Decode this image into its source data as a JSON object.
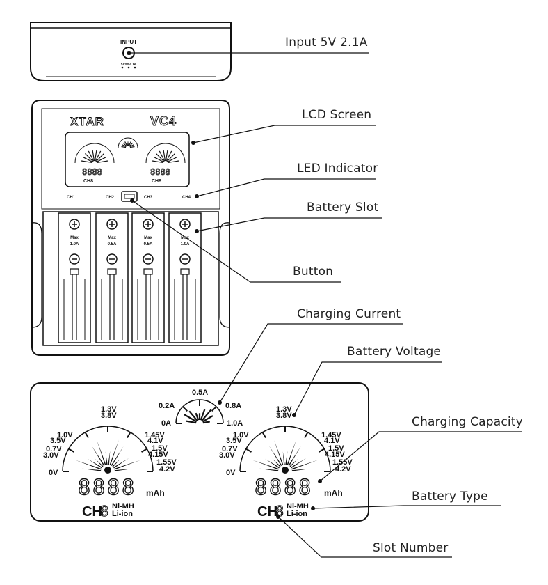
{
  "callouts": {
    "input": "Input 5V 2.1A",
    "lcd": "LCD Screen",
    "led": "LED Indicator",
    "slot": "Battery Slot",
    "button": "Button",
    "current": "Charging Current",
    "voltage": "Battery Voltage",
    "capacity": "Charging Capacity",
    "type": "Battery Type",
    "slotnum": "Slot Number"
  },
  "device": {
    "input_label": "INPUT",
    "input_spec": "5V==2.1A",
    "brand": "XTAR",
    "model": "VC4",
    "channels": [
      "CH1",
      "CH2",
      "CH3",
      "CH4"
    ],
    "slot_max": [
      "Max\n1.0A",
      "Max\n0.5A",
      "Max\n0.5A",
      "Max\n1.0A"
    ]
  },
  "lcd": {
    "current_ticks": [
      "0A",
      "0.2A",
      "0.5A",
      "0.8A",
      "1.0A"
    ],
    "voltage_left": [
      "0V",
      "3.0V",
      "0.7V",
      "3.5V",
      "1.0V",
      "3.8V",
      "1.3V"
    ],
    "voltage_right": [
      "1.45V",
      "4.1V",
      "1.5V",
      "4.15V",
      "1.55V",
      "4.2V"
    ],
    "digits": "8888",
    "unit": "mAh",
    "ch_prefix": "CH",
    "ch_digit": "8",
    "type_nimh": "Ni-MH",
    "type_liion": "Li-ion"
  }
}
